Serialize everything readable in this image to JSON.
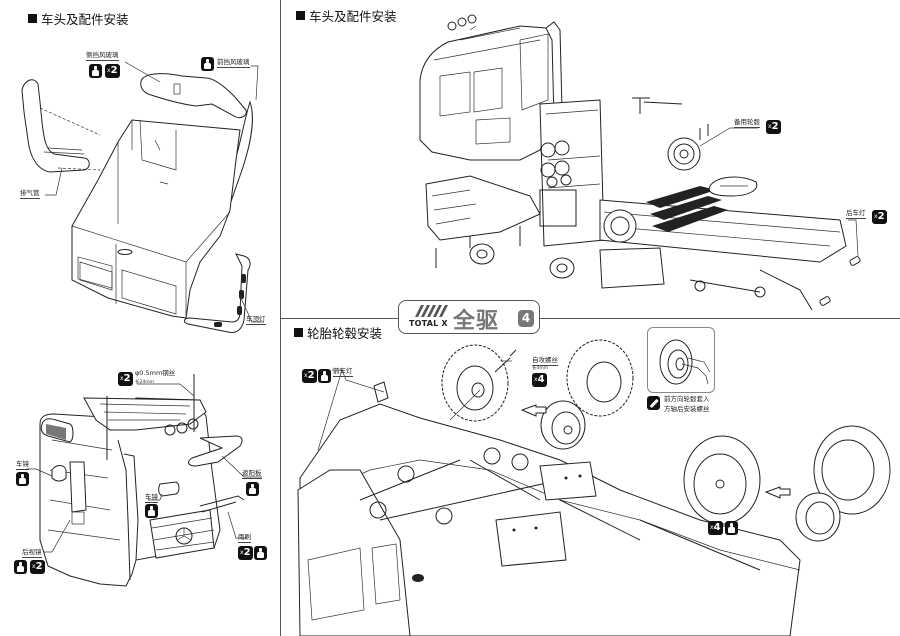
{
  "page": {
    "background": "#ffffff",
    "accent": "#111111",
    "logo_color": "#777777"
  },
  "sections": {
    "top_left_title": "车头及配件安装",
    "top_right_title": "车头及配件安装",
    "bottom_right_title": "轮胎轮毂安装"
  },
  "logo": {
    "brand": "TOTAL X",
    "name": "全驱",
    "step_number": "4"
  },
  "top_left": {
    "callouts": {
      "side_windshield": "侧挡风玻璃",
      "front_windshield": "前挡风玻璃",
      "exhaust_pipe": "排气管",
      "roof_light": "车顶灯"
    },
    "badges": {
      "side_windshield_qty": "2"
    }
  },
  "bottom_left": {
    "callouts": {
      "wire": "φ0.5mm钢丝",
      "wire_length": "长24mm",
      "mirror_left": "车镜",
      "mirror_center": "车镜",
      "sun_visor": "遮阳板",
      "wiper": "雨刷",
      "rear_mirror": "后视镜"
    },
    "badges": {
      "wire_qty": "2",
      "wiper_qty": "2",
      "rear_mirror_qty": "2"
    }
  },
  "top_right": {
    "callouts": {
      "spare_wheel": "备用轮毂",
      "tail_light": "后车灯"
    },
    "badges": {
      "spare_wheel_qty": "2",
      "tail_light_qty": "2"
    }
  },
  "bottom_right": {
    "callouts": {
      "front_light": "前车灯",
      "screw": "自攻螺丝",
      "screw_size": "长4mm",
      "inset_note_line1": "前方向轮毂套入",
      "inset_note_line2": "方轴后安装螺丝"
    },
    "badges": {
      "front_light_qty": "2",
      "screw_qty": "4",
      "wheel_qty": "4"
    }
  }
}
